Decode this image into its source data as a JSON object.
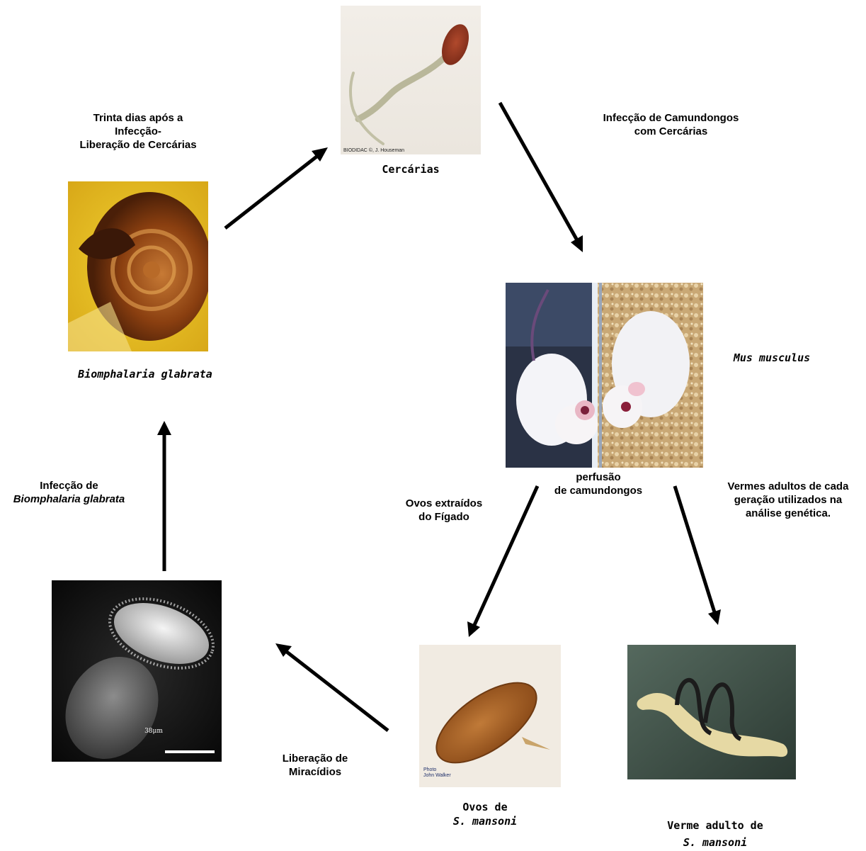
{
  "labels": {
    "cercarias_release": [
      "Trinta dias após a",
      "Infecção-",
      "Liberação de Cercárias"
    ],
    "mice_infection": [
      "Infecção de Camundongos",
      "com  Cercárias"
    ],
    "snail_infection": [
      "Infecção de",
      "Biomphalaria glabrata"
    ],
    "perfusion": [
      "perfusão",
      "de camundongos"
    ],
    "eggs_extracted": [
      "Ovos extraídos",
      "do Fígado"
    ],
    "adult_worms": [
      "Vermes adultos de cada",
      "geração utilizados na",
      "análise genética."
    ],
    "miracidia_release": [
      "Liberação de",
      "Miracídios"
    ]
  },
  "species": {
    "cercarias": "Cercárias",
    "snail": "Biomphalaria glabrata",
    "mouse": "Mus musculus",
    "eggs": [
      "Ovos de",
      "S. mansoni"
    ],
    "adult": [
      "Verme adulto de",
      "S. mansoni"
    ]
  },
  "credits": {
    "cercarias_photo": "BIODIDAC ©, J. Houseman",
    "egg_photo": [
      "Photo",
      "John Walker"
    ],
    "scale_bar": "38μm"
  },
  "colors": {
    "arrow": "#000000",
    "snail_background": "#e8c21c",
    "snail_shell": "#8a3f10",
    "cercaria_body": "#9a3a22",
    "egg_shell": "#b8722e",
    "worm_background": "#3d5248",
    "worm_body": "#e6d9a4"
  }
}
